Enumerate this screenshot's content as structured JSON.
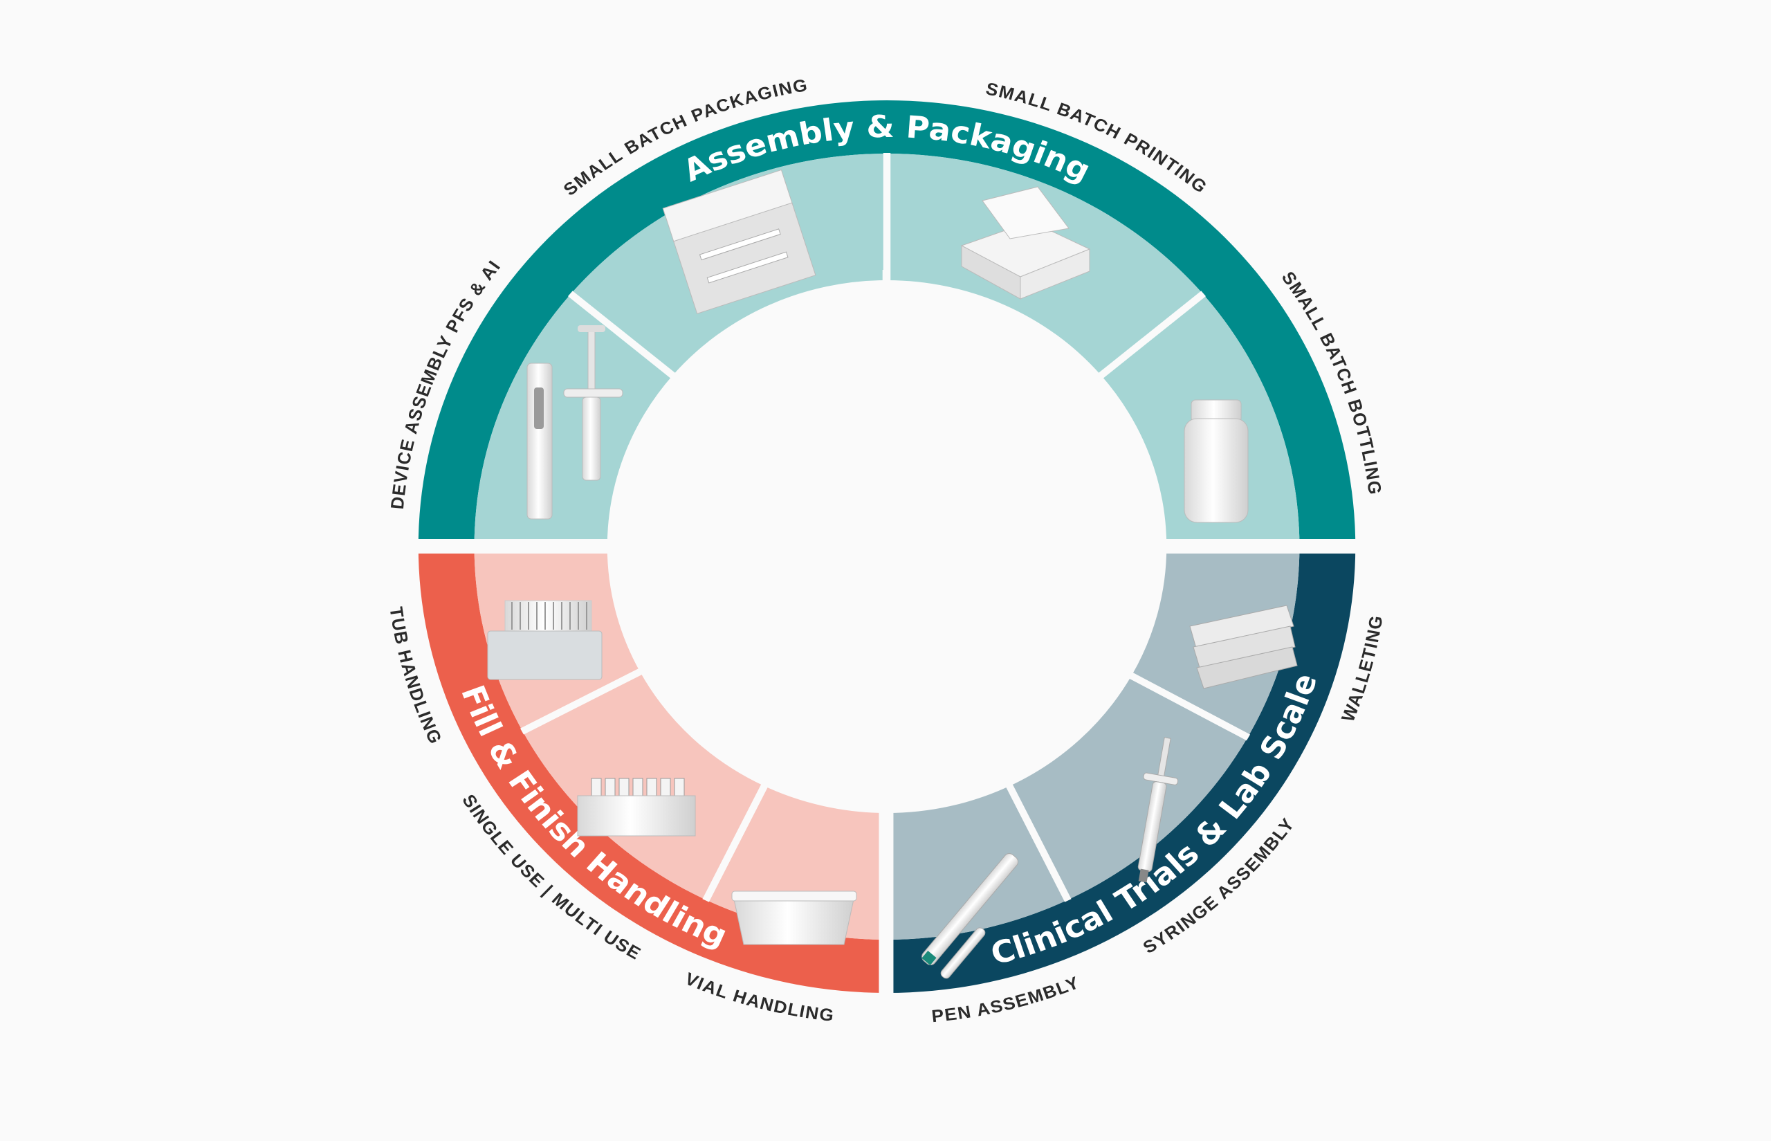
{
  "colors": {
    "background": "#fafafa",
    "assembly_band": "#008b8b",
    "assembly_fill": "#a5d5d4",
    "fill_finish_band": "#ec604c",
    "fill_finish_fill": "#f7c5bd",
    "clinical_band": "#0b4760",
    "clinical_fill": "#a7bcc4",
    "label_text": "#2b2b2b"
  },
  "sections": [
    {
      "title": "Assembly & Packaging",
      "items": [
        {
          "label": "DEVICE ASSEMBLY PFS & AI",
          "icon": "pen-and-syringe"
        },
        {
          "label": "SMALL BATCH PACKAGING",
          "icon": "syringe-pack-box"
        },
        {
          "label": "SMALL BATCH PRINTING",
          "icon": "open-carton"
        },
        {
          "label": "SMALL BATCH BOTTLING",
          "icon": "bottle"
        }
      ]
    },
    {
      "title": "Fill & Finish Handling",
      "items": [
        {
          "label": "TUB HANDLING",
          "icon": "nested-tub"
        },
        {
          "label": "SINGLE USE | MULTI USE",
          "icon": "vial-tray"
        },
        {
          "label": "VIAL HANDLING",
          "icon": "tray"
        }
      ]
    },
    {
      "title": "Clinical Trials & Lab Scale",
      "items": [
        {
          "label": "WALLETING",
          "icon": "blister-wallets"
        },
        {
          "label": "SYRINGE ASSEMBLY",
          "icon": "syringe"
        },
        {
          "label": "PEN ASSEMBLY",
          "icon": "pen-injector"
        }
      ]
    }
  ]
}
